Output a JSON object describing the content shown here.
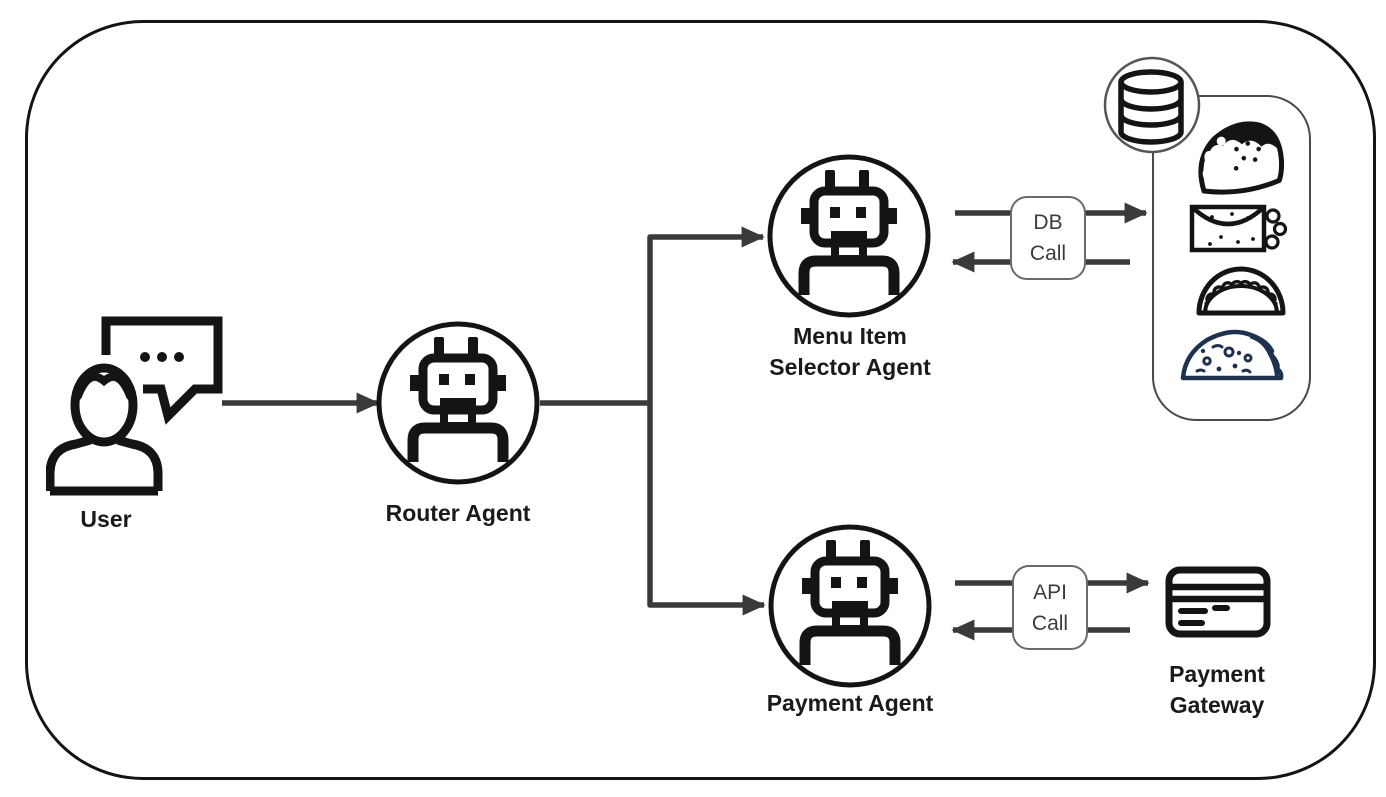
{
  "diagram": {
    "nodes": {
      "user": {
        "label": "User",
        "icon": "person-with-speech-bubble-icon"
      },
      "router_agent": {
        "label": "Router Agent",
        "icon": "robot-icon"
      },
      "menu_item_selector_agent": {
        "label_lines": [
          "Menu Item",
          "Selector Agent"
        ],
        "icon": "robot-icon"
      },
      "payment_agent": {
        "label": "Payment Agent",
        "icon": "robot-icon"
      },
      "menu_database": {
        "icon": "database-cylinder-icon",
        "item_icons": [
          "taco-icon",
          "burrito-icon",
          "taco-side-icon",
          "empanada-icon"
        ]
      },
      "payment_gateway": {
        "label_lines": [
          "Payment",
          "Gateway"
        ],
        "icon": "credit-card-icon"
      }
    },
    "call_boxes": {
      "db": {
        "lines": [
          "DB",
          "Call"
        ]
      },
      "api": {
        "lines": [
          "API",
          "Call"
        ]
      }
    },
    "edges": [
      {
        "from": "user",
        "to": "router_agent",
        "direction": "right"
      },
      {
        "from": "router_agent",
        "to": "menu_item_selector_agent",
        "direction": "branch-up-right"
      },
      {
        "from": "router_agent",
        "to": "payment_agent",
        "direction": "branch-down-right"
      },
      {
        "from": "menu_item_selector_agent",
        "to": "menu_database",
        "via": "db",
        "direction": "bidirectional"
      },
      {
        "from": "payment_agent",
        "to": "payment_gateway",
        "via": "api",
        "direction": "bidirectional"
      }
    ],
    "colors": {
      "background": "#ffffff",
      "outline": "#141414",
      "connector": "#3a3a3a",
      "call_box_border": "#6a6a6a",
      "call_box_text": "#3c3c3c",
      "empanada_accent": "#1e3250"
    }
  }
}
